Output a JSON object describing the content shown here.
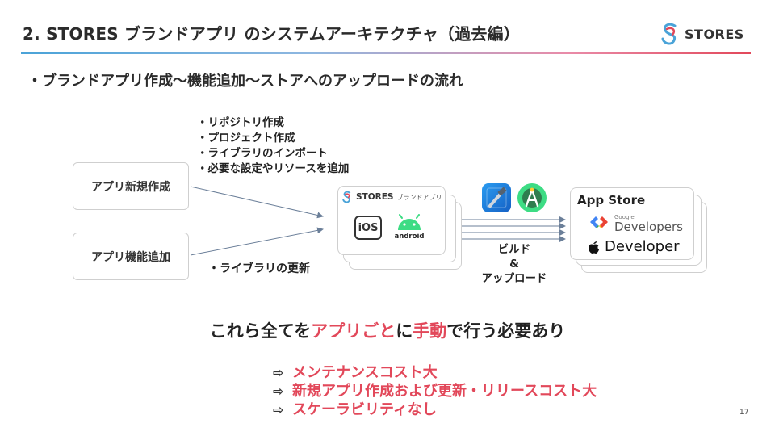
{
  "header": {
    "title": "2. STORES ブランドアプリ のシステムアーキテクチャ（過去編）",
    "logo_text": "STORES"
  },
  "subtitle": "・ブランドアプリ作成〜機能追加〜ストアへのアップロードの流れ",
  "diagram": {
    "create_steps": [
      "・リポジトリ作成",
      "・プロジェクト作成",
      "・ライブラリのインポート",
      "・必要な設定やリソースを追加"
    ],
    "box_create": "アプリ新規作成",
    "box_add": "アプリ機能追加",
    "lib_update": "・ライブラリの更新",
    "stores_card_brand": "STORES",
    "stores_card_sub": "ブランドアプリ",
    "ios_label": "iOS",
    "android_label": "android",
    "build_label": [
      "ビルド",
      "&",
      "アップロード"
    ],
    "store_card": {
      "title": "App Store",
      "google_small": "Google",
      "google_dev": "Developers",
      "apple_dev": "Developer"
    }
  },
  "conclusion": {
    "parts": [
      {
        "text": "これら全てを",
        "highlight": false
      },
      {
        "text": "アプリごと",
        "highlight": true
      },
      {
        "text": "に",
        "highlight": false
      },
      {
        "text": "手動",
        "highlight": true
      },
      {
        "text": "で行う必要あり",
        "highlight": false
      }
    ]
  },
  "consequences": [
    "メンテナンスコスト大",
    "新規アプリ作成および更新・リリースコスト大",
    "スケーラビリティなし"
  ],
  "page_number": "17",
  "colors": {
    "accent_red": "#e2485a",
    "accent_blue": "#4aa3d8",
    "border": "#cfcfcf"
  }
}
